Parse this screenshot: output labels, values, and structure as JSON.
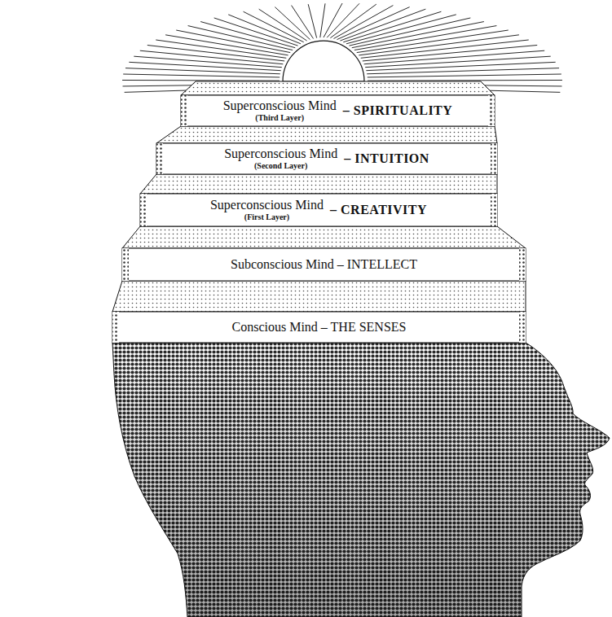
{
  "diagram": {
    "nodes": [
      {
        "text": [
          "Superconscious Mind",
          "(Third Layer)",
          "– SPIRITUALITY"
        ]
      },
      {
        "text": [
          "Superconscious Mind",
          "(Second Layer)",
          "– INTUITION"
        ]
      },
      {
        "text": [
          "Superconscious Mind",
          "(First Layer)",
          "– CREATIVITY"
        ]
      },
      {
        "text": [
          "Subconscious Mind – INTELLECT"
        ]
      },
      {
        "text": [
          "Conscious Mind – THE SENSES"
        ]
      }
    ]
  }
}
